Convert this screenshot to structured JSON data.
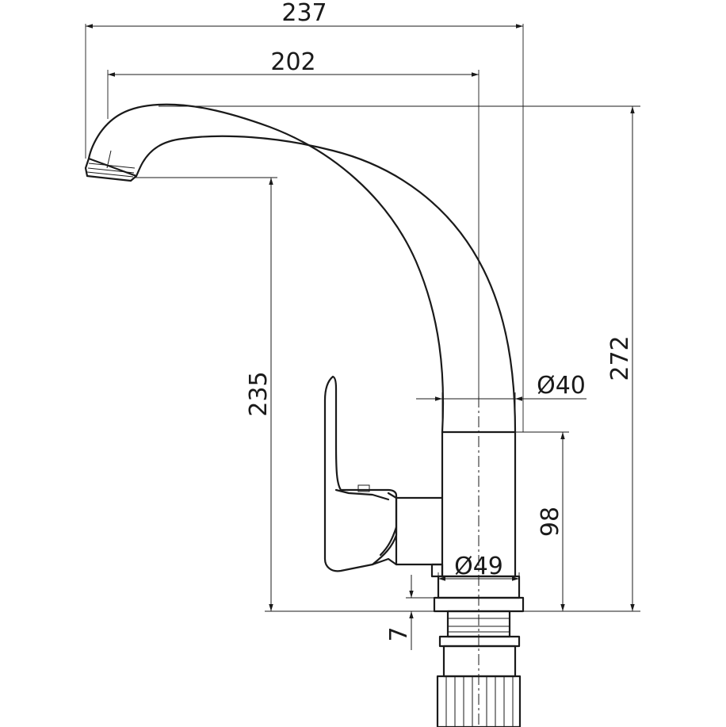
{
  "drawing": {
    "dimensions": {
      "overall_width": "237",
      "spout_reach": "202",
      "overall_height": "272",
      "spout_height": "235",
      "spout_diameter": "Ø40",
      "body_height": "98",
      "body_diameter": "Ø49",
      "base_thickness": "7"
    },
    "stroke_color": "#1a1a1a"
  }
}
